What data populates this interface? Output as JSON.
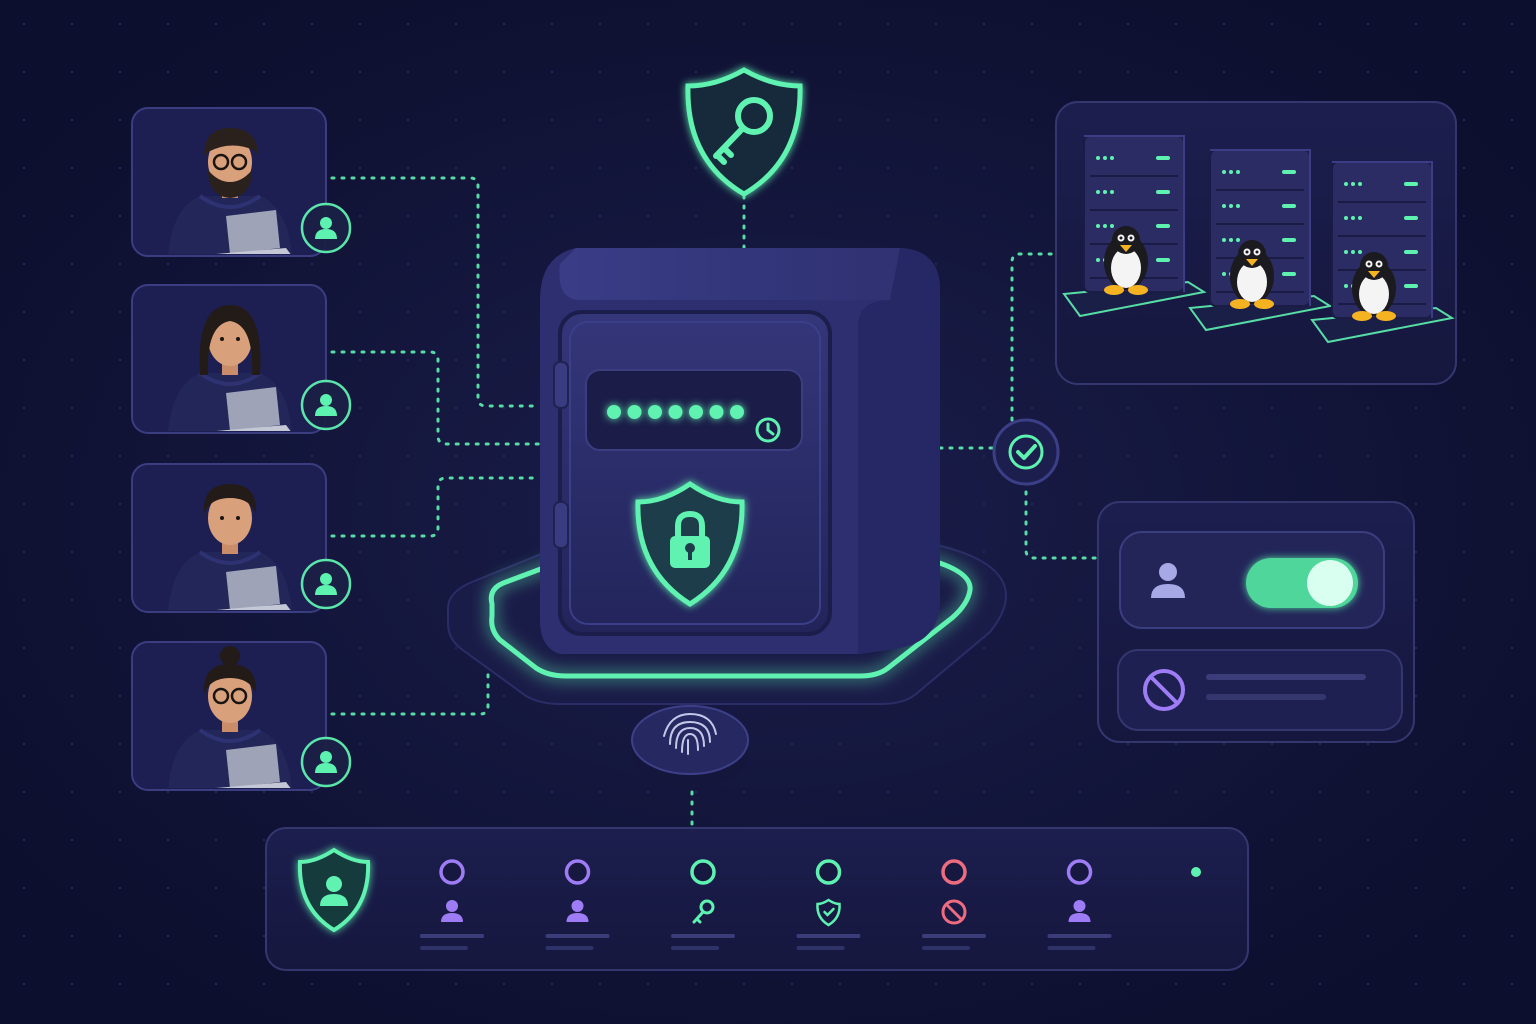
{
  "colors": {
    "background": "#0d0f2e",
    "panel": "#181a45",
    "panel_border": "#34376e",
    "accent_green": "#5ef2b0",
    "accent_purple": "#9d7cf5",
    "accent_red": "#ef6b7f",
    "vault_body": "#2b2d6b",
    "server_body": "#2a2c63"
  },
  "users": [
    {
      "avatar": "bearded-man-with-glasses",
      "badge_icon": "user-icon"
    },
    {
      "avatar": "long-haired-person",
      "badge_icon": "user-icon"
    },
    {
      "avatar": "short-haired-person",
      "badge_icon": "user-icon"
    },
    {
      "avatar": "person-with-bun-and-glasses",
      "badge_icon": "user-icon"
    }
  ],
  "vault": {
    "header_icon": "shield-key-icon",
    "door_icon": "shield-lock-icon",
    "password_dots": 7,
    "timer_icon": "clock-icon",
    "base_icon": "fingerprint-icon"
  },
  "servers": [
    {
      "os_icon": "linux-penguin-icon"
    },
    {
      "os_icon": "linux-penguin-icon"
    },
    {
      "os_icon": "linux-penguin-icon"
    }
  ],
  "connector": {
    "icon": "check-icon"
  },
  "access_panel": {
    "user_icon": "user-icon",
    "toggle_on": true,
    "deny_icon": "block-icon"
  },
  "timeline": {
    "header_icon": "shield-user-icon",
    "steps": [
      {
        "icon": "user-icon",
        "color": "#9d7cf5"
      },
      {
        "icon": "user-icon",
        "color": "#9d7cf5"
      },
      {
        "icon": "key-icon",
        "color": "#5ef2b0"
      },
      {
        "icon": "shield-icon",
        "color": "#5ef2b0"
      },
      {
        "icon": "block-icon",
        "color": "#ef6b7f"
      },
      {
        "icon": "user-icon",
        "color": "#9d7cf5"
      }
    ]
  }
}
